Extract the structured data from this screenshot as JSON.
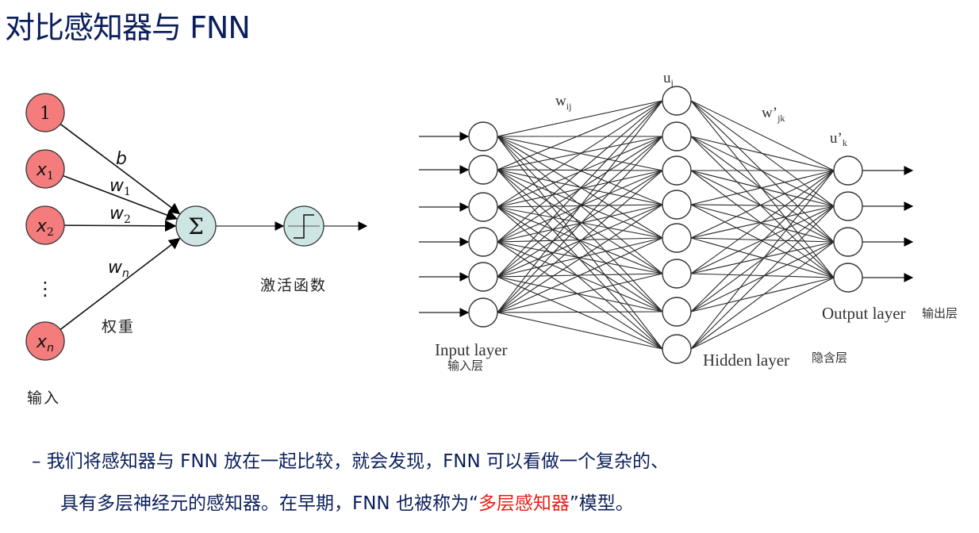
{
  "page": {
    "title": "对比感知器与 FNN"
  },
  "perceptron": {
    "inputs": [
      {
        "label": "1"
      },
      {
        "label": "x",
        "sub": "1"
      },
      {
        "label": "x",
        "sub": "2"
      },
      {
        "label": "⋮"
      },
      {
        "label": "x",
        "sub": "n"
      }
    ],
    "weights": [
      {
        "label": "b"
      },
      {
        "label": "w",
        "sub": "1"
      },
      {
        "label": "w",
        "sub": "2"
      },
      {
        "label": "w",
        "sub": "n"
      }
    ],
    "sum_symbol": "Σ",
    "activation_label": "激活函数",
    "weight_label": "权重",
    "input_label": "输入",
    "colors": {
      "input_fill": "#f47c7c",
      "unit_fill": "#cde6e4",
      "stroke": "#333333"
    }
  },
  "fnn": {
    "layers": {
      "input": {
        "count": 6,
        "label_en": "Input layer",
        "label_zh": "输入层"
      },
      "hidden": {
        "count": 8,
        "label_en": "Hidden layer",
        "label_zh": "隐含层"
      },
      "output": {
        "count": 4,
        "label_en": "Output layer",
        "label_zh": "输出层"
      }
    },
    "labels": {
      "w_ij": {
        "main": "w",
        "sub": "ij"
      },
      "u_j": {
        "main": "u",
        "sub": "j"
      },
      "w_jk": {
        "main": "w’",
        "sub": "jk"
      },
      "u_k": {
        "main": "u’",
        "sub": "k"
      }
    }
  },
  "text": {
    "line1": "– 我们将感知器与 FNN 放在一起比较，就会发现，FNN 可以看做一个复杂的、",
    "line2_before": "具有多层神经元的感知器。在早期，FNN 也被称为“",
    "line2_highlight": "多层感知器",
    "line2_after": "”模型。",
    "colors": {
      "body": "#0b1f5c",
      "highlight": "#e8201a"
    }
  }
}
